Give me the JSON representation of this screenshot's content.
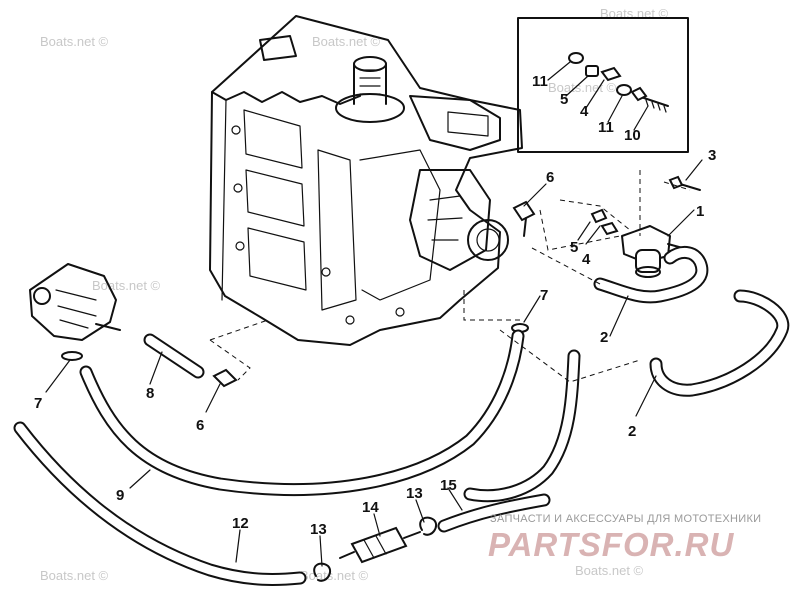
{
  "watermark": {
    "text": "Boats.net ©"
  },
  "callouts": {
    "c1": "1",
    "c2a": "2",
    "c2b": "2",
    "c3": "3",
    "c4a": "4",
    "c4b": "4",
    "c5a": "5",
    "c5b": "5",
    "c6a": "6",
    "c6b": "6",
    "c7a": "7",
    "c7b": "7",
    "c8": "8",
    "c9": "9",
    "c10": "10",
    "c11a": "11",
    "c11b": "11",
    "c12": "12",
    "c13a": "13",
    "c13b": "13",
    "c14": "14",
    "c15": "15"
  },
  "branding": {
    "caption": "ЗАПЧАСТИ И АКСЕССУАРЫ ДЛЯ МОТОТЕХНИКИ",
    "logo": "PARTSFOR.RU",
    "colors": {
      "caption": "#9a9a9a",
      "logo": "#d9b3b3"
    }
  }
}
